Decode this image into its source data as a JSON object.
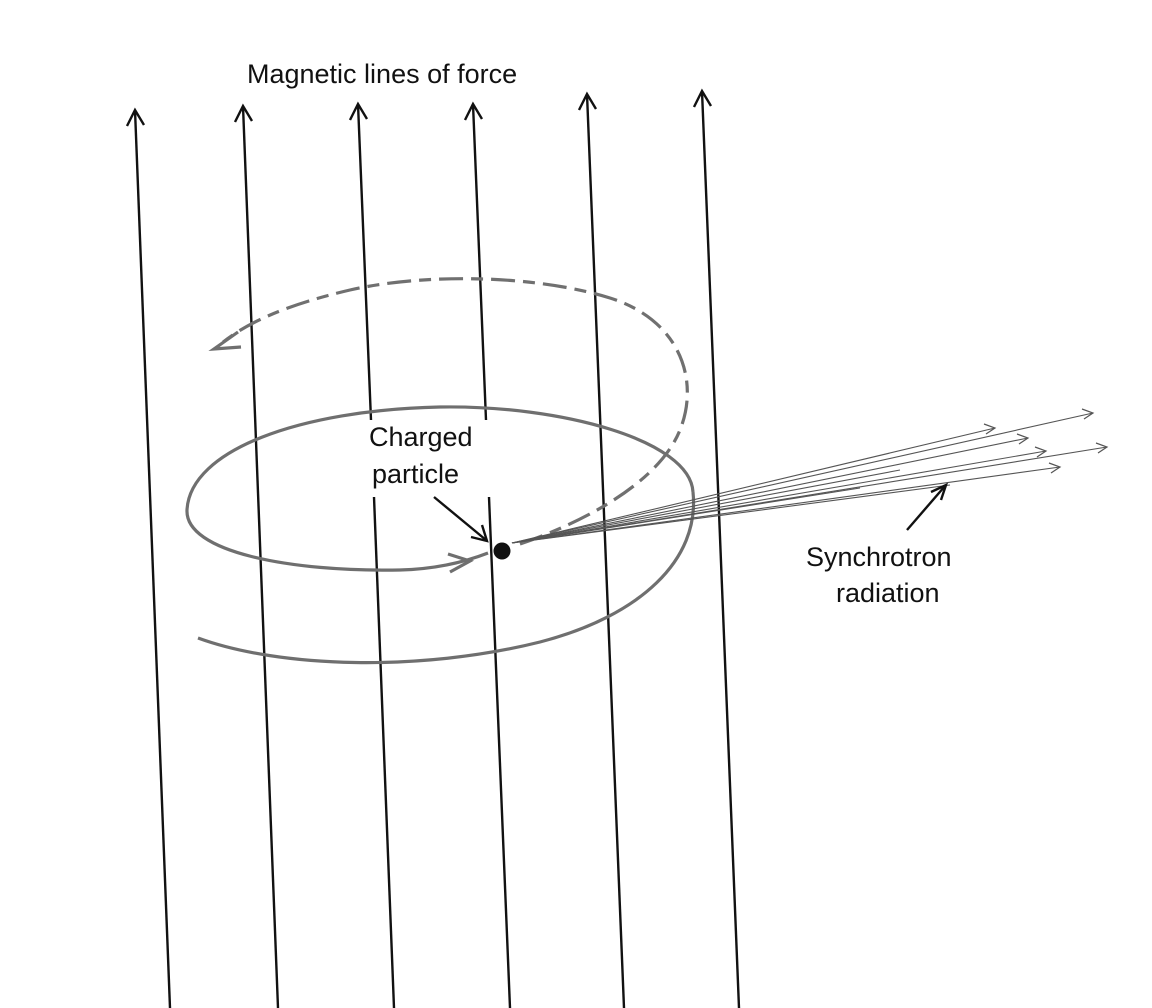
{
  "labels": {
    "field_lines": "Magnetic lines of force",
    "particle_line1": "Charged",
    "particle_line2": "particle",
    "radiation_line1": "Synchrotron",
    "radiation_line2": "radiation"
  },
  "colors": {
    "ink": "#111111",
    "orbit": "#6f6f6f",
    "rays": "#555555",
    "background": "#ffffff"
  }
}
